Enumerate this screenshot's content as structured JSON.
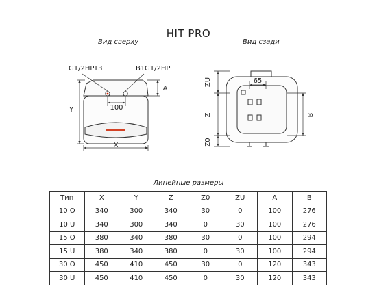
{
  "title": "HIT PRO",
  "views": {
    "top": {
      "label": "Вид сверху",
      "left_pipe_label": "G1/2HP",
      "t3_label": "T3",
      "right_b1_label": "B1",
      "right_pipe_label": "G1/2HP",
      "spacing_label": "100",
      "x_label": "X",
      "y_label": "Y",
      "a_label": "A"
    },
    "back": {
      "label": "Вид сзади",
      "top_dim": "65",
      "zu_label": "ZU",
      "z_label": "Z",
      "z0_label": "Z0",
      "b_label": "B"
    }
  },
  "table": {
    "caption": "Линейные размеры",
    "headers": [
      "Tип",
      "X",
      "Y",
      "Z",
      "Z0",
      "ZU",
      "A",
      "B"
    ],
    "rows": [
      [
        "10 O",
        "340",
        "300",
        "340",
        "30",
        "0",
        "100",
        "276"
      ],
      [
        "10 U",
        "340",
        "300",
        "340",
        "0",
        "30",
        "100",
        "276"
      ],
      [
        "15 O",
        "380",
        "340",
        "380",
        "30",
        "0",
        "100",
        "294"
      ],
      [
        "15 U",
        "380",
        "340",
        "380",
        "0",
        "30",
        "100",
        "294"
      ],
      [
        "30 O",
        "450",
        "410",
        "450",
        "30",
        "0",
        "120",
        "343"
      ],
      [
        "30 U",
        "450",
        "410",
        "450",
        "0",
        "30",
        "120",
        "343"
      ]
    ]
  },
  "colors": {
    "line": "#333333",
    "accent": "#cc2200"
  }
}
